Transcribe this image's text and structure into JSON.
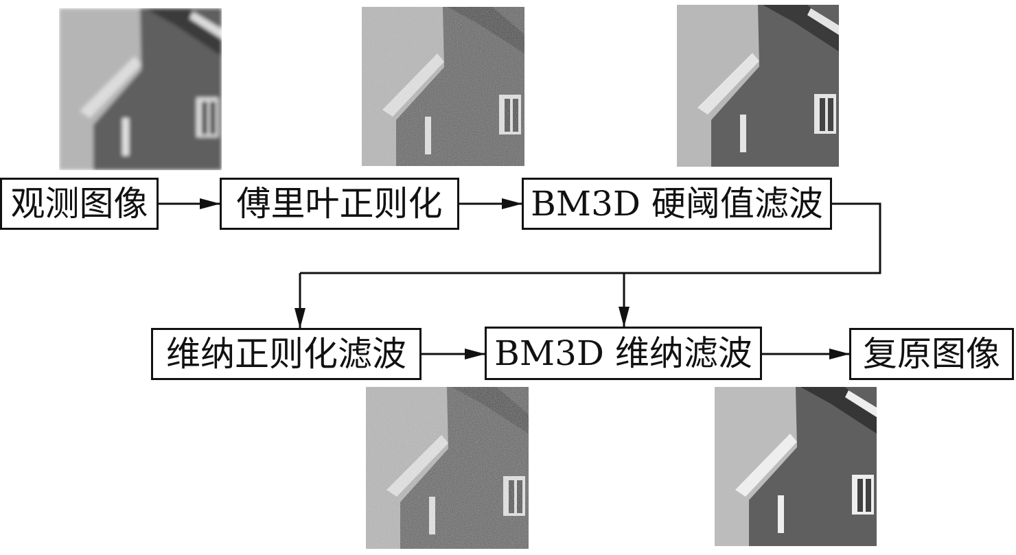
{
  "diagram": {
    "nodes": {
      "observed": "观测图像",
      "fourier": "傅里叶正则化",
      "bm3d_hard": "BM3D 硬阈值滤波",
      "wiener_reg": "维纳正则化滤波",
      "bm3d_wiener": "BM3D 维纳滤波",
      "restored": "复原图像"
    },
    "edges": [
      [
        "observed",
        "fourier"
      ],
      [
        "fourier",
        "bm3d_hard"
      ],
      [
        "bm3d_hard",
        "wiener_reg"
      ],
      [
        "bm3d_hard",
        "bm3d_wiener"
      ],
      [
        "wiener_reg",
        "bm3d_wiener"
      ],
      [
        "bm3d_wiener",
        "restored"
      ]
    ],
    "thumbnails": [
      {
        "stage": "observed",
        "appearance": "blurred"
      },
      {
        "stage": "fourier",
        "appearance": "noisy"
      },
      {
        "stage": "bm3d_hard",
        "appearance": "smooth"
      },
      {
        "stage": "wiener_reg",
        "appearance": "noisy"
      },
      {
        "stage": "restored",
        "appearance": "sharp"
      }
    ]
  },
  "colors": {
    "line": "#111111",
    "sky": "#b8b8b8",
    "wall": "#5f5f5f",
    "trim": "#e6e6e6"
  }
}
